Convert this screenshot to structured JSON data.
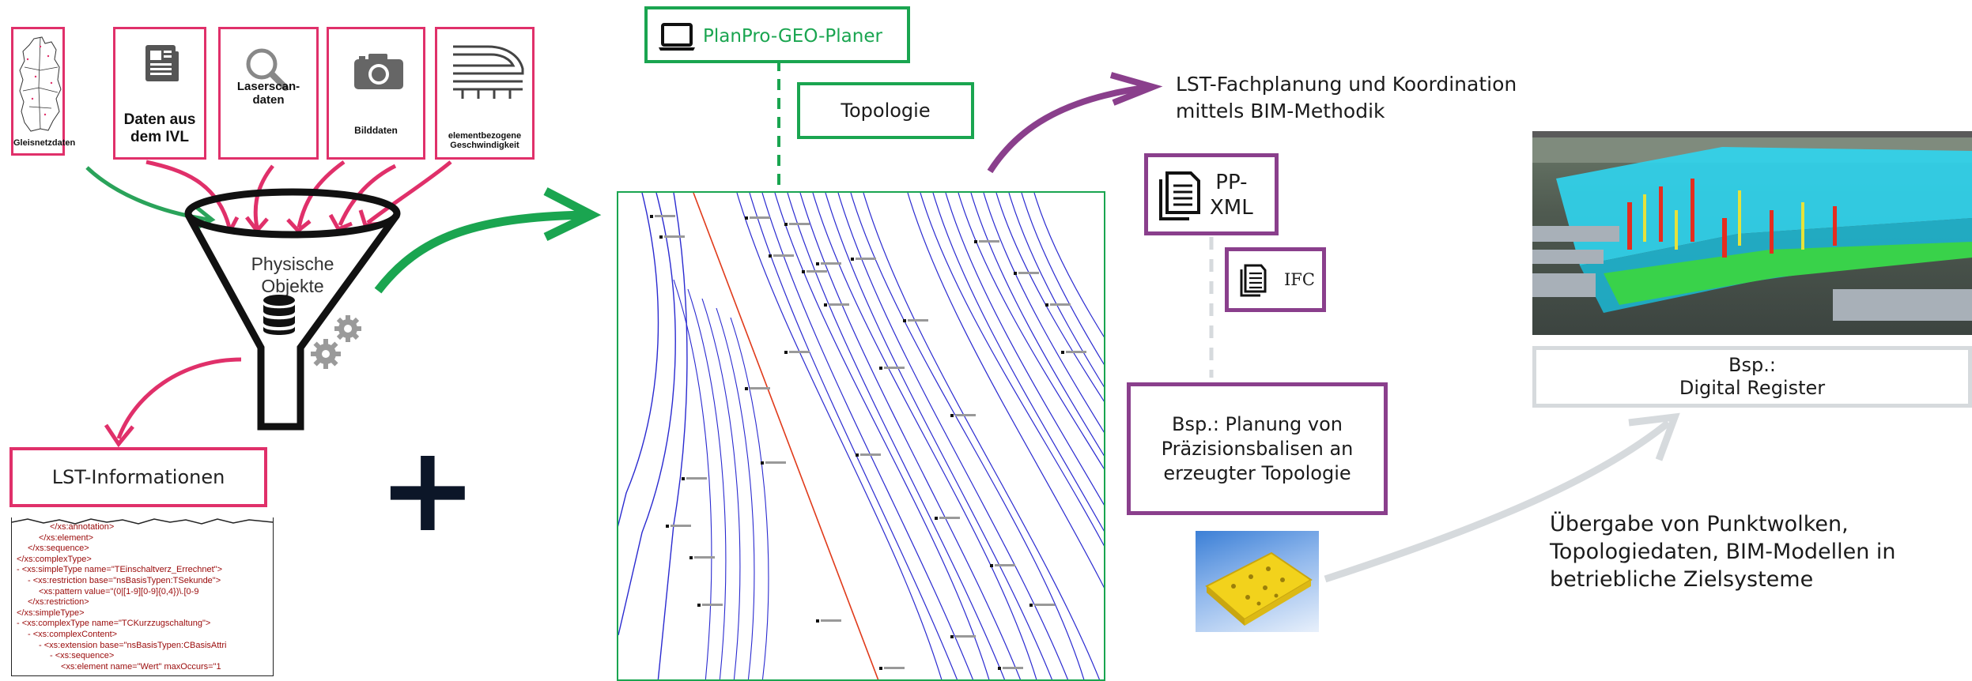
{
  "sources": [
    {
      "label": "Gleisnetzdaten",
      "icon": "germany-map-icon"
    },
    {
      "label": "Daten aus dem IVL",
      "icon": "newspaper-icon"
    },
    {
      "label": "Laserscan-daten",
      "icon": "magnifier-icon"
    },
    {
      "label": "Bilddaten",
      "icon": "camera-icon"
    },
    {
      "label": "elementbezogene Geschwindigkeit",
      "icon": "train-icon"
    }
  ],
  "funnel": {
    "label": "Physische Objekte",
    "icons": [
      "database-icon",
      "gears-icon"
    ]
  },
  "lst_info": {
    "label": "LST-Informationen"
  },
  "xml_lines": [
    {
      "indent": 3,
      "text": "</xs:annotation>"
    },
    {
      "indent": 2,
      "text": "</xs:element>"
    },
    {
      "indent": 1,
      "text": "</xs:sequence>"
    },
    {
      "indent": 0,
      "text": "</xs:complexType>"
    },
    {
      "indent": 0,
      "text": "- <xs:simpleType name=\"TEinschaltverz_Errechnet\">"
    },
    {
      "indent": 1,
      "text": "- <xs:restriction base=\"nsBasisTypen:TSekunde\">"
    },
    {
      "indent": 2,
      "text": "<xs:pattern value=\"(0|[1-9][0-9]{0,4})\\.[0-9"
    },
    {
      "indent": 1,
      "text": "</xs:restriction>"
    },
    {
      "indent": 0,
      "text": "</xs:simpleType>"
    },
    {
      "indent": 0,
      "text": "- <xs:complexType name=\"TCKurzzugschaltung\">"
    },
    {
      "indent": 1,
      "text": "- <xs:complexContent>"
    },
    {
      "indent": 2,
      "text": "- <xs:extension base=\"nsBasisTypen:CBasisAttri"
    },
    {
      "indent": 3,
      "text": "- <xs:sequence>"
    },
    {
      "indent": 4,
      "text": "<xs:element name=\"Wert\" maxOccurs=\"1"
    }
  ],
  "plus_sign": "+",
  "planer": {
    "label": "PlanPro-GEO-Planer",
    "icon": "laptop-icon"
  },
  "topologie": {
    "label": "Topologie"
  },
  "lst_fachplanung": {
    "line1": "LST-Fachplanung und Koordination",
    "line2": "mittels BIM-Methodik"
  },
  "pp_xml": {
    "label_line1": "PP-",
    "label_line2": "XML",
    "icon": "document-stack-icon"
  },
  "ifc": {
    "label": "IFC",
    "icon": "document-stack-icon"
  },
  "balisen": {
    "line1": "Bsp.: Planung von",
    "line2": "Präzisionsbalisen an",
    "line3": "erzeugter Topologie"
  },
  "digital_register": {
    "line1": "Bsp.:",
    "line2": "Digital Register"
  },
  "uebergabe": {
    "line1": "Übergabe von Punktwolken,",
    "line2": "Topologiedaten, BIM-Modellen in",
    "line3": "betriebliche Zielsysteme"
  },
  "colors": {
    "pink": "#e0306a",
    "green": "#1aa550",
    "purple": "#8a3f8c",
    "grey": "#d6dadd",
    "track_blue": "#2a2ad0",
    "track_red": "#e03a1a"
  }
}
